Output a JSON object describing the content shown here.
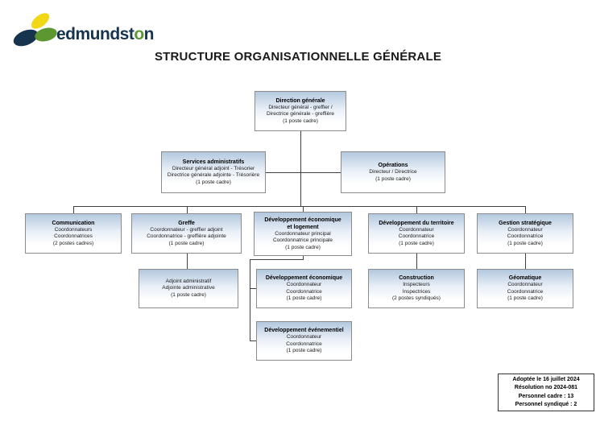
{
  "logo": {
    "text_start": "edmundst",
    "text_o": "o",
    "text_end": "n",
    "colors": {
      "navy": "#17344f",
      "yellow": "#f2d716",
      "green": "#5d9732"
    }
  },
  "title": "STRUCTURE ORGANISATIONNELLE GÉNÉRALE",
  "boxes": {
    "direction_generale": {
      "title": "Direction générale",
      "lines": [
        "Directeur général - greffier /",
        "Directrice générale - greffière",
        "(1 poste cadre)"
      ]
    },
    "services_administratifs": {
      "title": "Services administratifs",
      "lines": [
        "Directeur général adjoint - Trésorier",
        "Directrice générale adjointe - Trésorière",
        "(1 poste cadre)"
      ]
    },
    "operations": {
      "title": "Opérations",
      "lines": [
        "Directeur / Directrice",
        "(1 poste cadre)"
      ]
    },
    "communication": {
      "title": "Communication",
      "lines": [
        "Coordonnateurs",
        "Coordonnatrices",
        "(2 postes cadres)"
      ]
    },
    "greffe": {
      "title": "Greffe",
      "lines": [
        "Coordonnateur - greffier adjoint",
        "Coordonnatrice - greffière adjointe",
        "(1 poste cadre)"
      ]
    },
    "dev_eco_logement": {
      "title": "Développement économique\net logement",
      "lines": [
        "Coordonnateur principal",
        "Coordonnatrice principale",
        "(1 poste cadre)"
      ]
    },
    "dev_territoire": {
      "title": "Développement du territoire",
      "lines": [
        "Coordonnateur",
        "Coordonnatrice",
        "(1 poste cadre)"
      ]
    },
    "gestion_strategique": {
      "title": "Gestion stratégique",
      "lines": [
        "Coordonnateur",
        "Coordonnatrice",
        "(1 poste cadre)"
      ]
    },
    "adjoint_admin": {
      "lines": [
        "Adjoint administratif",
        "Adjointe administrative",
        "(1 poste cadre)"
      ]
    },
    "dev_economique": {
      "title": "Développement économique",
      "lines": [
        "Coordonnateur",
        "Coordonnatrice",
        "(1 poste cadre)"
      ]
    },
    "construction": {
      "title": "Construction",
      "lines": [
        "Inspecteurs",
        "Inspectrices",
        "(2 postes syndiqués)"
      ]
    },
    "geomatique": {
      "title": "Géomatique",
      "lines": [
        "Coordonnateur",
        "Coordonnatrice",
        "(1 poste cadre)"
      ]
    },
    "dev_evenementiel": {
      "title": "Développement événementiel",
      "lines": [
        "Coordonnateur",
        "Coordonnatrice",
        "(1 poste cadre)"
      ]
    }
  },
  "info_box": {
    "lines": [
      "Adoptée le 16 juillet 2024",
      "Résolution no 2024-081",
      "Personnel cadre : 13",
      "Personnel syndiqué : 2"
    ]
  },
  "colors": {
    "box_fill_top": "#b3c8de",
    "box_border": "#8c8c8c",
    "connector": "#404040"
  }
}
